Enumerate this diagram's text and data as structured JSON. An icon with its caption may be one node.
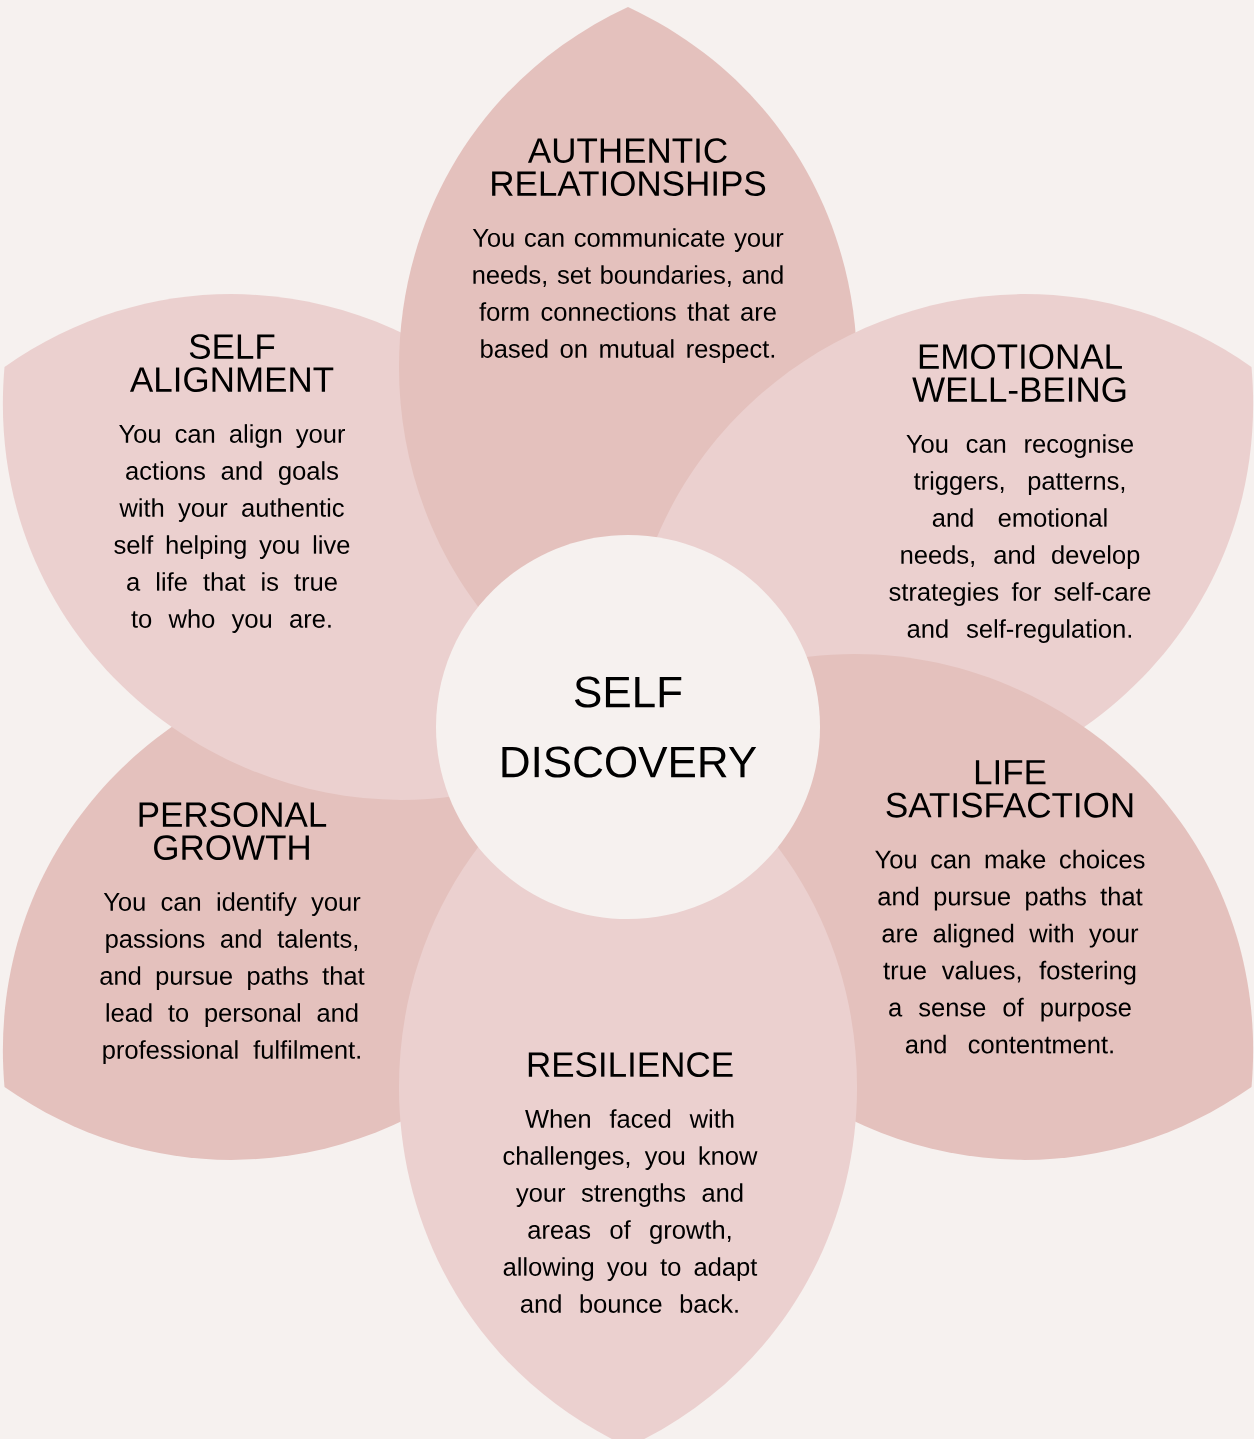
{
  "diagram": {
    "nodes": [
      {
        "text": [
          "AUTHENTIC RELATIONSHIPS",
          "You can communicate your needs, set boundaries, and form connections that are based on mutual respect."
        ]
      },
      {
        "text": [
          "SELF ALIGNMENT",
          "You can align your actions and goals with your authentic self helping you live a life that is true to who you are."
        ]
      },
      {
        "text": [
          "EMOTIONAL WELL-BEING",
          "You can recognise triggers, patterns, and emotional needs, and develop strategies for self-care and self-regulation."
        ]
      },
      {
        "text": [
          "SELF DISCOVERY"
        ]
      },
      {
        "text": [
          "LIFE SATISFACTION",
          "You can make choices and pursue paths that are aligned with your true values, fostering a sense of purpose and contentment."
        ]
      },
      {
        "text": [
          "PERSONAL GROWTH",
          "You can identify your passions and talents, and pursue paths that lead to personal and professional fulfilment."
        ]
      },
      {
        "text": [
          "RESILIENCE",
          "When faced with challenges, you know your strengths and areas of growth, allowing you to adapt and bounce back."
        ]
      }
    ]
  }
}
